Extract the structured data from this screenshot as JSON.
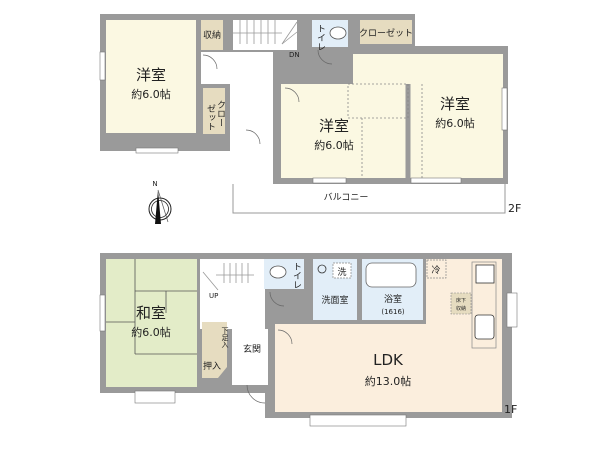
{
  "colors": {
    "wall": "#9a9a9a",
    "western_room": "#fbf8e2",
    "japanese_room": "#e3ecc8",
    "storage": "#e6dcc0",
    "wet_area": "#e2eef8",
    "ldk": "#fbeedd",
    "hall": "#ffffff"
  },
  "floor2": {
    "label": "2F",
    "rooms": {
      "west_room": {
        "name": "洋室",
        "size": "約6.0帖"
      },
      "center_room": {
        "name": "洋室",
        "size": "約6.0帖"
      },
      "east_room": {
        "name": "洋室",
        "size": "約6.0帖"
      },
      "storage": {
        "name": "収納"
      },
      "closet_left": {
        "name_line1": "ゼット",
        "name_line2": "クロー"
      },
      "closet_top": {
        "name": "クローゼット"
      },
      "toilet": {
        "name": "トイレ"
      },
      "balcony": {
        "name": "バルコニー"
      },
      "stairs": {
        "direction": "DN"
      }
    }
  },
  "floor1": {
    "label": "1F",
    "rooms": {
      "japanese_room": {
        "name": "和室",
        "size": "約6.0帖"
      },
      "ldk": {
        "name": "LDK",
        "size": "約13.0帖"
      },
      "entrance": {
        "name": "玄関"
      },
      "washroom": {
        "name": "洗面室"
      },
      "bathroom": {
        "name": "浴室",
        "size": "(1616)"
      },
      "toilet": {
        "name": "トイレ"
      },
      "closet": {
        "name": "押入"
      },
      "shoe_storage": {
        "name": "下足入"
      },
      "laundry": {
        "name": "洗"
      },
      "fridge": {
        "name": "冷"
      },
      "underfloor_storage": {
        "line1": "床下",
        "line2": "収納"
      },
      "stairs": {
        "direction": "UP"
      }
    }
  },
  "compass": {
    "north_label": "N"
  }
}
